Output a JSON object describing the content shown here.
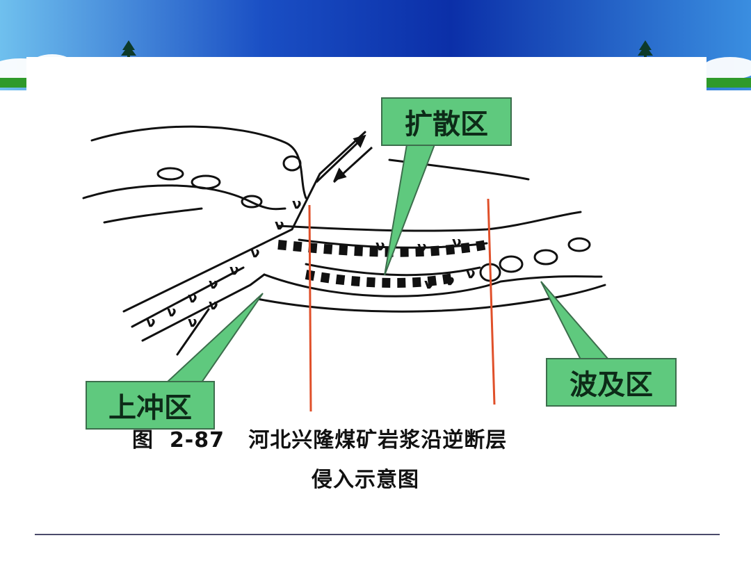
{
  "banner": {
    "sky_top": "#0b2fa8",
    "sky_bottom": "#8fd0f0",
    "grass": "#2f9a2a"
  },
  "callouts": {
    "diffusion_zone": "扩散区",
    "upthrust_zone": "上冲区",
    "affected_zone": "波及区",
    "fill_color": "#5fc97e",
    "border_color": "#3c6e4c"
  },
  "caption": {
    "line1": "图  2-87   河北兴隆煤矿岩浆沿逆断层",
    "line2": "侵入示意图"
  },
  "colors": {
    "boundary_lines": "#e0502a"
  }
}
